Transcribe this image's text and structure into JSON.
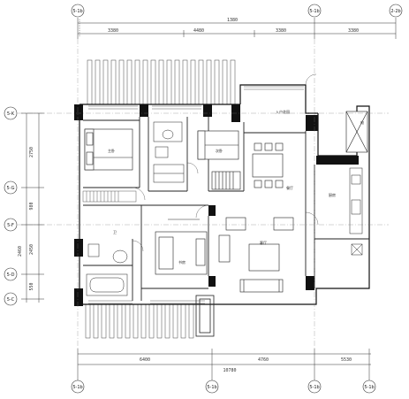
{
  "grid_top": [
    "5-1b",
    "5-1b",
    "2-2b"
  ],
  "grid_bottom": [
    "5-1b",
    "5-1b",
    "5-1b",
    "5-1b"
  ],
  "grid_left": [
    "5-K",
    "5-G",
    "5-F",
    "5-D",
    "5-C"
  ],
  "dims_top_total": "1380",
  "dims_top_parts": [
    "3380",
    "4480",
    "3380",
    "3380"
  ],
  "dims_bottom_parts": [
    "6400",
    "4760"
  ],
  "dims_bottom_total": "10780",
  "dims_bottom_right": "5530",
  "dims_left": [
    "2750",
    "980",
    "2460",
    "2450",
    "550"
  ],
  "room_labels": {
    "bedroom_master": "主卧",
    "bedroom_2": "次卧",
    "study": "书房",
    "dining": "餐厅",
    "living": "客厅",
    "kitchen": "厨房",
    "balcony_top": "入户花园",
    "bath": "卫",
    "stair_note": "电"
  }
}
